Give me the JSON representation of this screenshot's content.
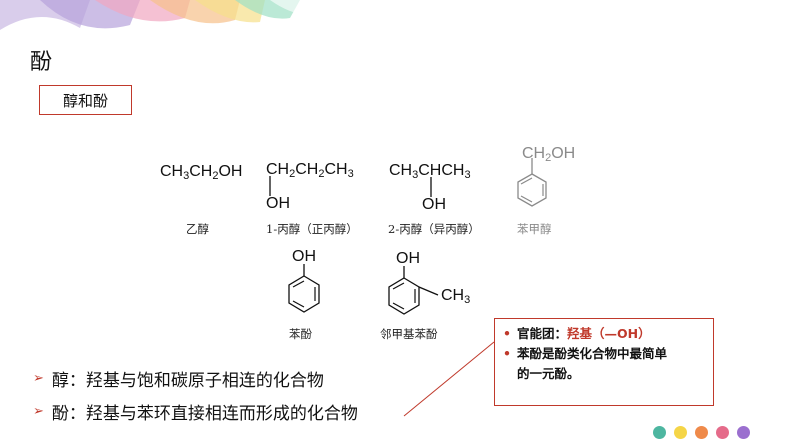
{
  "title": "酚",
  "tag": "醇和酚",
  "molecules": [
    {
      "formula_html": "CH<sub>3</sub>CH<sub>2</sub>OH",
      "caption": "乙醇"
    },
    {
      "formula_html": "CH<sub>2</sub>CH<sub>2</sub>CH<sub>3</sub>",
      "oh": "OH",
      "caption": "1-丙醇（正丙醇）"
    },
    {
      "formula_html": "CH<sub>3</sub>CHCH<sub>3</sub>",
      "oh": "OH",
      "caption": "2-丙醇（异丙醇）"
    },
    {
      "formula_html": "CH<sub>2</sub>OH",
      "caption": "苯甲醇"
    },
    {
      "label": "OH",
      "caption": "苯酚"
    },
    {
      "label": "OH",
      "methyl_html": "CH<sub>3</sub>",
      "caption": "邻甲基苯酚"
    }
  ],
  "definitions": [
    {
      "text": "醇：羟基与饱和碳原子相连的化合物"
    },
    {
      "text": "酚：羟基与苯环直接相连而形成的化合物"
    }
  ],
  "note": {
    "line1_label": "官能团：",
    "line1_value": "羟基（—OH）",
    "line2": "苯酚是酚类化合物中最简单",
    "line3": "的一元酚。"
  },
  "colors": {
    "accent": "#c0392b",
    "dots": [
      "#4db6a0",
      "#f5d547",
      "#ef8a4a",
      "#e56b8a",
      "#9b6fcf"
    ]
  }
}
